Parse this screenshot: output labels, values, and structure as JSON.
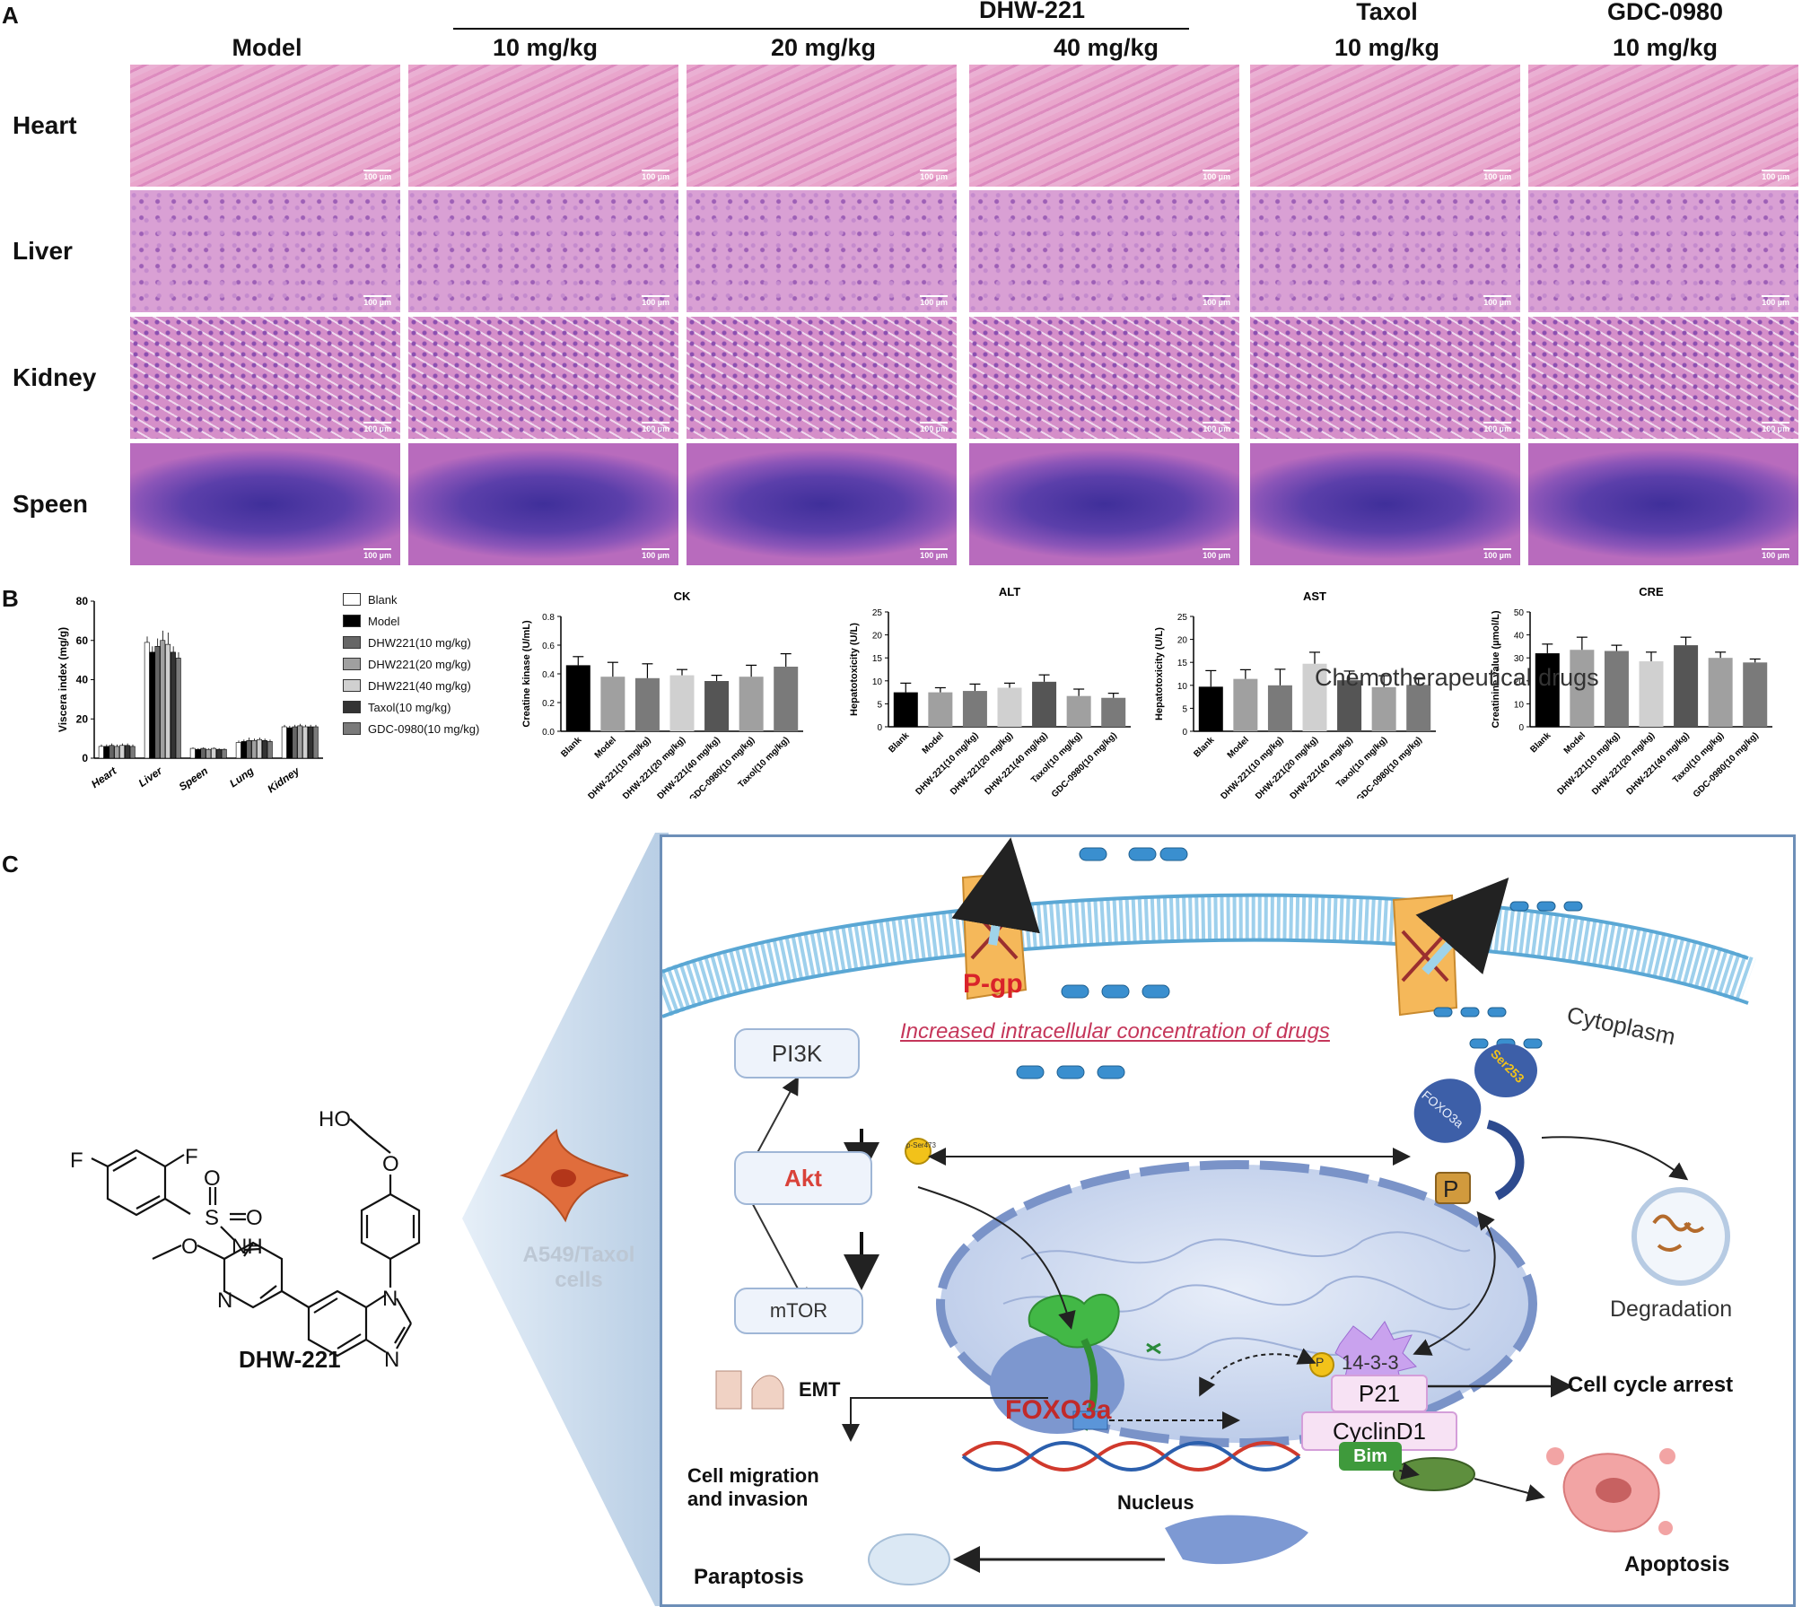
{
  "panels": {
    "A": "A",
    "B": "B",
    "C": "C"
  },
  "panelA": {
    "dhw_group": "DHW-221",
    "columns": [
      {
        "line1": "",
        "line2": "Model"
      },
      {
        "line1": "",
        "line2": "10 mg/kg"
      },
      {
        "line1": "",
        "line2": "20 mg/kg"
      },
      {
        "line1": "",
        "line2": "40 mg/kg"
      },
      {
        "line1": "Taxol",
        "line2": "10 mg/kg"
      },
      {
        "line1": "GDC-0980",
        "line2": "10 mg/kg"
      }
    ],
    "rows": [
      "Heart",
      "Liver",
      "Kidney",
      "Speen"
    ],
    "scale_bar": "100 µm"
  },
  "legend": [
    {
      "label": "Blank",
      "color": "#ffffff"
    },
    {
      "label": "Model",
      "color": "#000000"
    },
    {
      "label": "DHW221(10 mg/kg)",
      "color": "#666666"
    },
    {
      "label": "DHW221(20 mg/kg)",
      "color": "#a0a0a0"
    },
    {
      "label": "DHW221(40 mg/kg)",
      "color": "#d0d0d0"
    },
    {
      "label": "Taxol(10 mg/kg)",
      "color": "#333333"
    },
    {
      "label": "GDC-0980(10 mg/kg)",
      "color": "#7a7a7a"
    }
  ],
  "chart_data": [
    {
      "id": "viscera",
      "type": "bar",
      "title": "",
      "ylabel": "Viscera index (mg/g)",
      "ylim": [
        0,
        80
      ],
      "yticks": [
        0,
        20,
        40,
        60,
        80
      ],
      "categories": [
        "Heart",
        "Liver",
        "Speen",
        "Lung",
        "Kidney"
      ],
      "series": [
        {
          "name": "Blank",
          "color": "#ffffff",
          "values": [
            6,
            59,
            5,
            8,
            16
          ],
          "err": [
            1,
            3,
            0.5,
            1,
            1
          ]
        },
        {
          "name": "Model",
          "color": "#000000",
          "values": [
            6,
            54,
            4.5,
            8.5,
            15.5
          ],
          "err": [
            1,
            3,
            0.5,
            1,
            1
          ]
        },
        {
          "name": "DHW221(10 mg/kg)",
          "color": "#666666",
          "values": [
            6.5,
            57,
            5,
            9,
            16
          ],
          "err": [
            1,
            4,
            0.5,
            1.5,
            1
          ]
        },
        {
          "name": "DHW221(20 mg/kg)",
          "color": "#a0a0a0",
          "values": [
            6,
            60,
            4.5,
            9,
            16.5
          ],
          "err": [
            1,
            5,
            0.5,
            1,
            1
          ]
        },
        {
          "name": "DHW221(40 mg/kg)",
          "color": "#d0d0d0",
          "values": [
            6.5,
            58,
            5,
            9.5,
            16
          ],
          "err": [
            1,
            6,
            0.5,
            1,
            1
          ]
        },
        {
          "name": "Taxol(10 mg/kg)",
          "color": "#333333",
          "values": [
            6.5,
            54,
            4.5,
            9,
            16
          ],
          "err": [
            1,
            3,
            0.5,
            1,
            1
          ]
        },
        {
          "name": "GDC-0980(10 mg/kg)",
          "color": "#7a7a7a",
          "values": [
            6,
            51,
            4.5,
            8.5,
            16
          ],
          "err": [
            1,
            3,
            0.5,
            1,
            1
          ]
        }
      ]
    },
    {
      "id": "ck",
      "type": "bar",
      "title": "CK",
      "ylabel": "Creatine kinase (U/mL)",
      "ylim": [
        0,
        0.8
      ],
      "yticks": [
        0.0,
        0.2,
        0.4,
        0.6,
        0.8
      ],
      "categories": [
        "Blank",
        "Model",
        "DHW-221(10 mg/kg)",
        "DHW-221(20 mg/kg)",
        "DHW-221(40 mg/kg)",
        "GDC-0980(10 mg/kg)",
        "Taxol(10 mg/kg)"
      ],
      "values": [
        0.46,
        0.38,
        0.37,
        0.39,
        0.35,
        0.38,
        0.45
      ],
      "err": [
        0.06,
        0.1,
        0.1,
        0.04,
        0.04,
        0.08,
        0.09
      ],
      "colors": [
        "#000000",
        "#a0a0a0",
        "#7a7a7a",
        "#d0d0d0",
        "#555555",
        "#a0a0a0",
        "#7a7a7a"
      ]
    },
    {
      "id": "alt",
      "type": "bar",
      "title": "ALT",
      "ylabel": "Hepatotoxicity (U/L)",
      "ylim": [
        0,
        25
      ],
      "yticks": [
        0,
        5,
        10,
        15,
        20,
        25
      ],
      "categories": [
        "Blank",
        "Model",
        "DHW-221(10 mg/kg)",
        "DHW-221(20 mg/kg)",
        "DHW-221(40 mg/kg)",
        "Taxol(10 mg/kg)",
        "GDC-0980(10 mg/kg)"
      ],
      "values": [
        7.5,
        7.5,
        7.8,
        8.5,
        9.8,
        6.7,
        6.3
      ],
      "err": [
        2,
        1,
        1.5,
        1,
        1.5,
        1.5,
        1
      ],
      "colors": [
        "#000000",
        "#a0a0a0",
        "#7a7a7a",
        "#d0d0d0",
        "#555555",
        "#a0a0a0",
        "#7a7a7a"
      ]
    },
    {
      "id": "ast",
      "type": "bar",
      "title": "AST",
      "ylabel": "Hepatotoxicity (U/L)",
      "ylim": [
        0,
        25
      ],
      "yticks": [
        0,
        5,
        10,
        15,
        20,
        25
      ],
      "categories": [
        "Blank",
        "Model",
        "DHW-221(10 mg/kg)",
        "DHW-221(20 mg/kg)",
        "DHW-221(40 mg/kg)",
        "Taxol(10 mg/kg)",
        "GDC-0980(10 mg/kg)"
      ],
      "values": [
        9.7,
        11.4,
        10,
        14.7,
        11.1,
        9.6,
        10.1
      ],
      "err": [
        3.5,
        2,
        3.5,
        2.5,
        2,
        2.5,
        1.5
      ],
      "colors": [
        "#000000",
        "#a0a0a0",
        "#7a7a7a",
        "#d0d0d0",
        "#555555",
        "#a0a0a0",
        "#7a7a7a"
      ]
    },
    {
      "id": "cre",
      "type": "bar",
      "title": "CRE",
      "ylabel": "Creatinine value (µmol/L)",
      "ylim": [
        0,
        50
      ],
      "yticks": [
        0,
        10,
        20,
        30,
        40,
        50
      ],
      "categories": [
        "Blank",
        "Model",
        "DHW-221(10 mg/kg)",
        "DHW-221(20 mg/kg)",
        "DHW-221(40 mg/kg)",
        "Taxol(10 mg/kg)",
        "GDC-0980(10 mg/kg)"
      ],
      "values": [
        32,
        33.5,
        33,
        28.5,
        35.5,
        30,
        28
      ],
      "err": [
        4,
        5.5,
        2.5,
        4,
        3.5,
        2.5,
        1.5
      ],
      "colors": [
        "#000000",
        "#a0a0a0",
        "#7a7a7a",
        "#d0d0d0",
        "#555555",
        "#a0a0a0",
        "#7a7a7a"
      ]
    }
  ],
  "panelC": {
    "compound": "DHW-221",
    "chem": {
      "ho": "HO",
      "f1": "F",
      "f2": "F",
      "s": "S",
      "o1": "O",
      "o2": "O",
      "nh": "NH",
      "o_ether": "O",
      "n_py": "N",
      "n1": "N",
      "n2": "N",
      "o_methoxy": "O"
    },
    "cell_label": [
      "A549/Taxol",
      "cells"
    ],
    "chemo_drugs": "Chemotherapeutical drugs",
    "pgp": "P-gp",
    "increased": "Increased intracellular concentration of drugs",
    "cytoplasm": "Cytoplasm",
    "pi3k": "PI3K",
    "akt": "Akt",
    "mtor": "mTOR",
    "ser473": "p-Ser473",
    "ser253": "Ser253",
    "foxo3a_small": "FOXO3a",
    "p_label": "P",
    "degradation": "Degradation",
    "p14": "P",
    "p1433": "14-3-3",
    "p21": "P21",
    "cyclind1": "CyclinD1",
    "bim": "Bim",
    "foxo3a": "FOXO3a",
    "emt": "EMT",
    "migration": [
      "Cell migration",
      "and invasion"
    ],
    "nucleus": "Nucleus",
    "cell_cycle": "Cell cycle arrest",
    "apoptosis": "Apoptosis",
    "paraptosis": "Paraptosis"
  }
}
